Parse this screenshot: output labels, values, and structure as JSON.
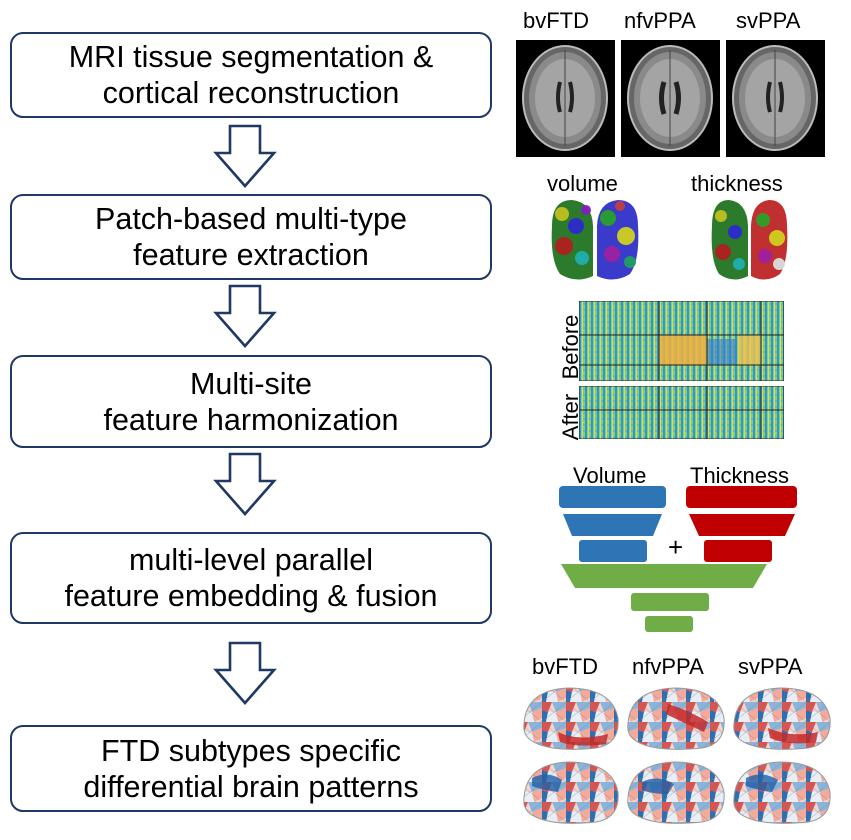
{
  "steps": [
    {
      "line1": "MRI tissue segmentation &",
      "line2": "cortical reconstruction"
    },
    {
      "line1": "Patch-based multi-type",
      "line2": "feature extraction"
    },
    {
      "line1": "Multi-site",
      "line2": "feature harmonization"
    },
    {
      "line1": "multi-level parallel",
      "line2": "feature embedding & fusion"
    },
    {
      "line1": "FTD subtypes specific",
      "line2": "differential brain patterns"
    }
  ],
  "mri_labels": [
    "bvFTD",
    "nfvPPA",
    "svPPA"
  ],
  "surface_labels": {
    "volume": "volume",
    "thickness": "thickness"
  },
  "harmonization_labels": {
    "before": "Before",
    "after": "After"
  },
  "fusion": {
    "left": "Volume",
    "right": "Thickness",
    "plus": "+"
  },
  "pattern_labels": [
    "bvFTD",
    "nfvPPA",
    "svPPA"
  ],
  "colors": {
    "box_border": "#1f3864",
    "volume_blue": "#2e75b6",
    "thickness_red": "#c00000",
    "fusion_green": "#70ad47"
  }
}
